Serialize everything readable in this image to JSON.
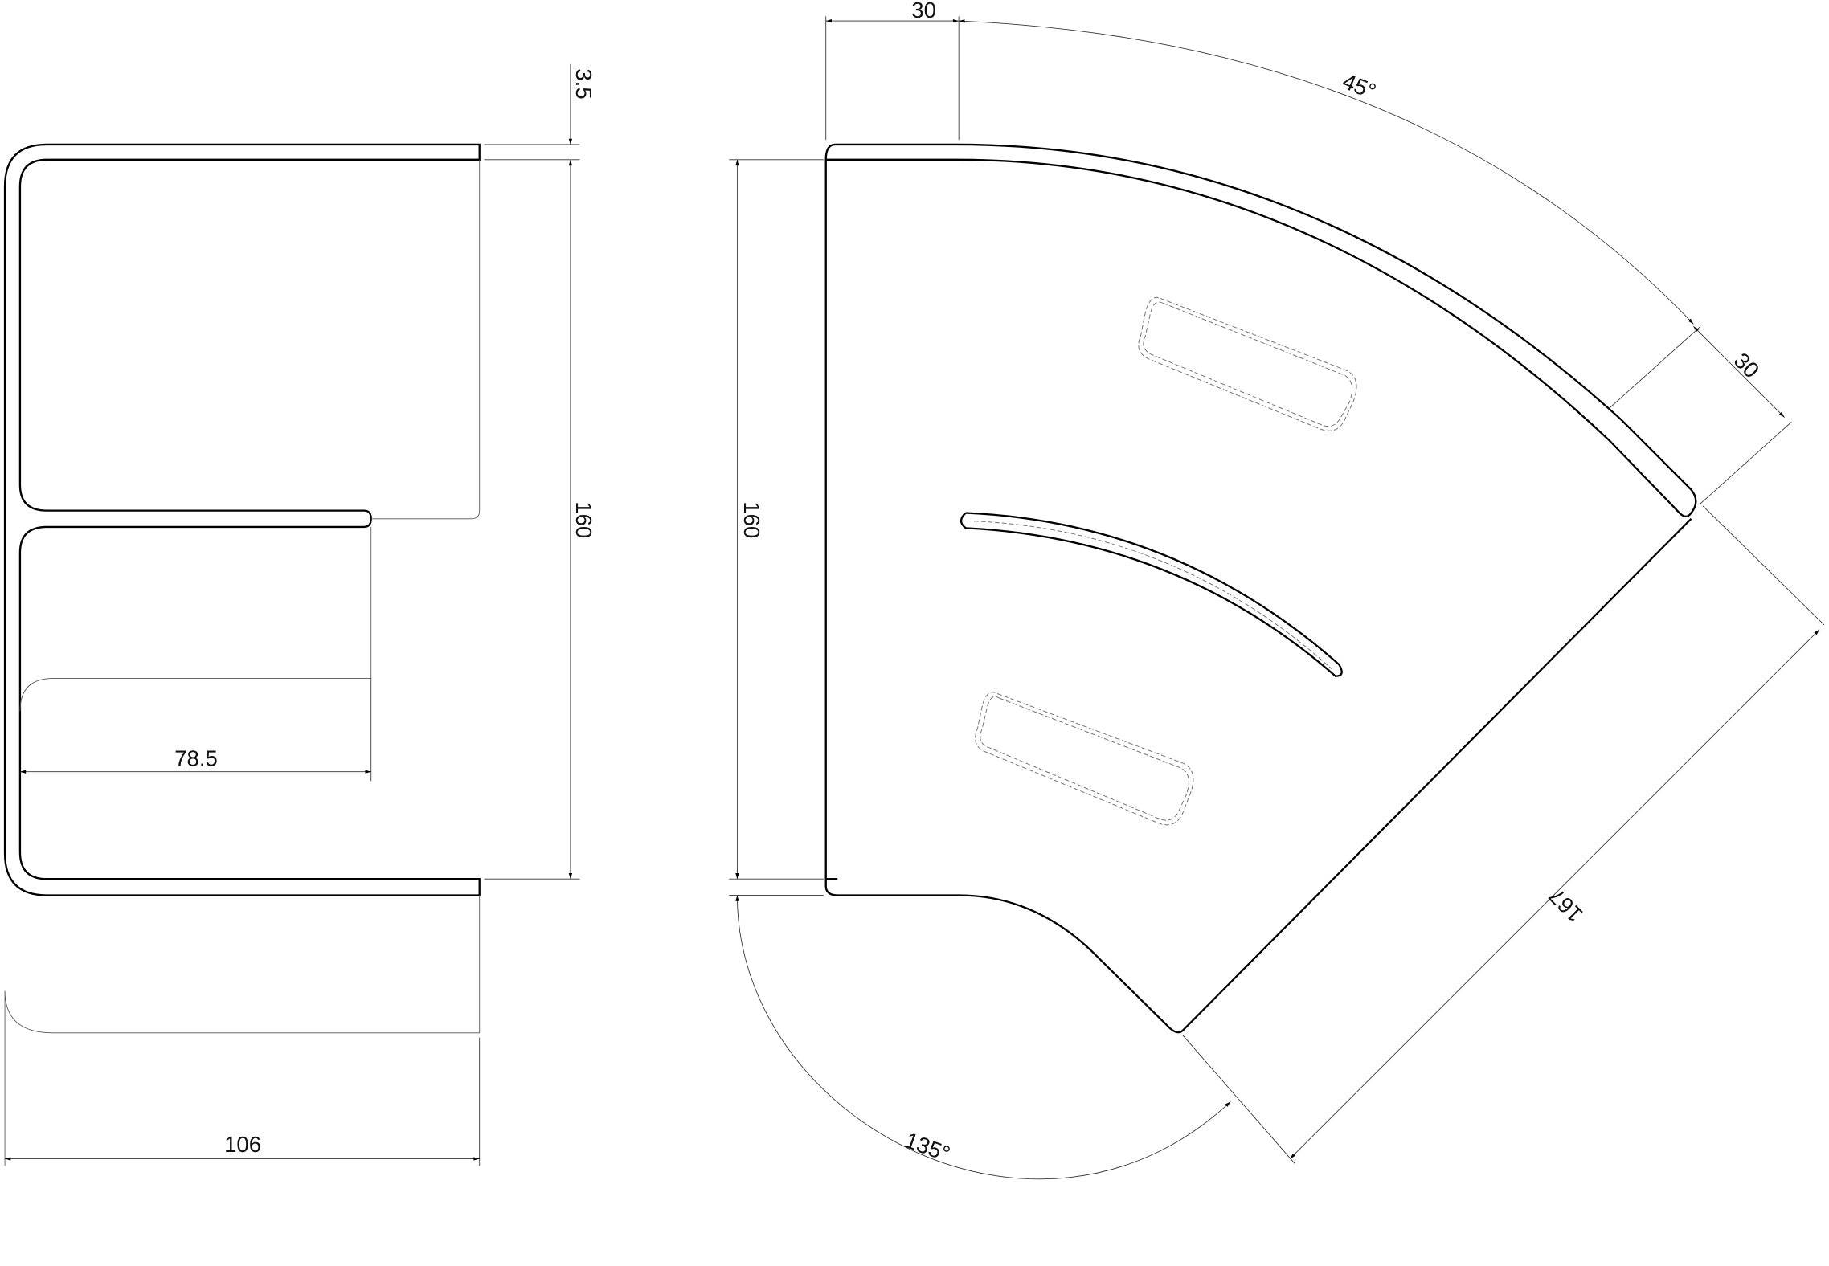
{
  "left_view": {
    "dims": {
      "thickness": "3.5",
      "height": "160",
      "shelf_depth": "78.5",
      "depth": "106"
    }
  },
  "right_view": {
    "dims": {
      "flange_top": "30",
      "angle_top": "45°",
      "flange_right": "30",
      "height": "160",
      "angle_bottom": "135°",
      "edge_length": "167"
    }
  }
}
